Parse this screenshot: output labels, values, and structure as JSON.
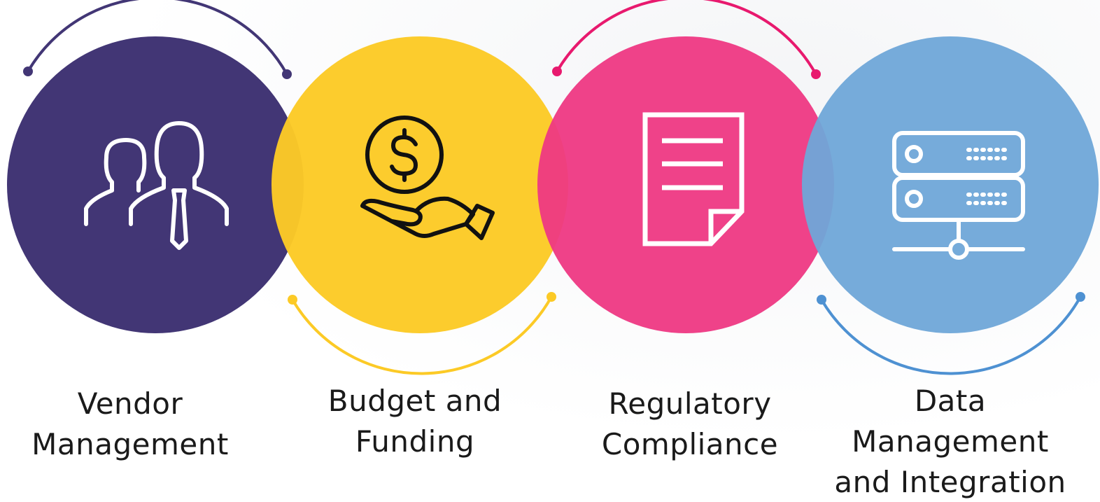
{
  "steps": [
    {
      "line1": "Vendor",
      "line2": "Management",
      "line3": "",
      "color": "#423675",
      "icon": "people-icon"
    },
    {
      "line1": "Budget and",
      "line2": "Funding",
      "line3": "",
      "color": "#FCCA26",
      "icon": "money-hand-icon"
    },
    {
      "line1": "Regulatory",
      "line2": "Compliance",
      "line3": "",
      "color": "#EE3883",
      "icon": "document-icon"
    },
    {
      "line1": "Data",
      "line2": "Management",
      "line3": "and Integration",
      "color": "#6FA6D8",
      "icon": "server-icon"
    }
  ],
  "arc_colors": [
    "#423675",
    "#FCCA26",
    "#E8196E",
    "#4E91D2"
  ]
}
